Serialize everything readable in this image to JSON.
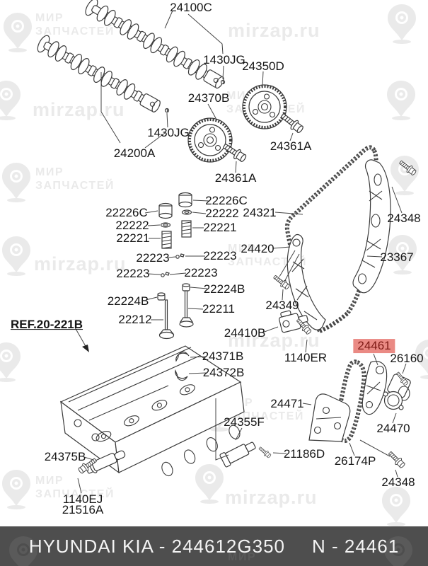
{
  "watermark": {
    "brand_top": "МИР",
    "brand_bottom": "ЗАПЧАСТЕЙ",
    "site": "mirzap.ru"
  },
  "footer": {
    "left": "HYUNDAI KIA - 244612G350",
    "right": "N - 24461"
  },
  "diagram": {
    "highlighted_part": "24461",
    "callouts": [
      {
        "part": "24100C"
      },
      {
        "part": "1430JG"
      },
      {
        "part": "24350D"
      },
      {
        "part": "24370B"
      },
      {
        "part": "1430JG"
      },
      {
        "part": "24200A"
      },
      {
        "part": "24361A"
      },
      {
        "part": "24361A"
      },
      {
        "part": "22226C"
      },
      {
        "part": "22226C"
      },
      {
        "part": "22222"
      },
      {
        "part": "22222"
      },
      {
        "part": "22221"
      },
      {
        "part": "22221"
      },
      {
        "part": "24321"
      },
      {
        "part": "22223"
      },
      {
        "part": "22223"
      },
      {
        "part": "24420"
      },
      {
        "part": "22223"
      },
      {
        "part": "22223"
      },
      {
        "part": "24348"
      },
      {
        "part": "23367"
      },
      {
        "part": "22224B"
      },
      {
        "part": "22224B"
      },
      {
        "part": "22211"
      },
      {
        "part": "22212"
      },
      {
        "part": "24349"
      },
      {
        "part": "24410B"
      },
      {
        "part": "1140ER"
      },
      {
        "part": "REF.20-221B"
      },
      {
        "part": "24371B"
      },
      {
        "part": "24372B"
      },
      {
        "part": "24461"
      },
      {
        "part": "26160"
      },
      {
        "part": "24471"
      },
      {
        "part": "24470"
      },
      {
        "part": "24355F"
      },
      {
        "part": "21186D"
      },
      {
        "part": "26174P"
      },
      {
        "part": "24348"
      },
      {
        "part": "24375B"
      },
      {
        "part": "1140EJ"
      },
      {
        "part": "21516A"
      }
    ]
  }
}
